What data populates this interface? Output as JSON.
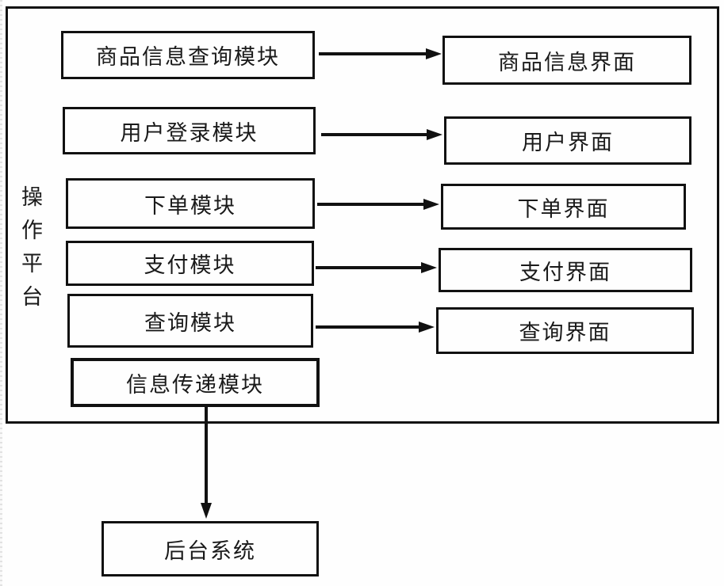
{
  "figure": {
    "platform_label": "操作平台",
    "modules": [
      "商品信息查询模块",
      "用户登录模块",
      "下单模块",
      "支付模块",
      "查询模块",
      "信息传递模块"
    ],
    "interfaces": [
      "商品信息界面",
      "用户界面",
      "下单界面",
      "支付界面",
      "查询界面"
    ],
    "backend_label": "后台系统",
    "colors": {
      "line": "#111111",
      "text": "#1a1a1a",
      "background": "#fefefe"
    }
  }
}
